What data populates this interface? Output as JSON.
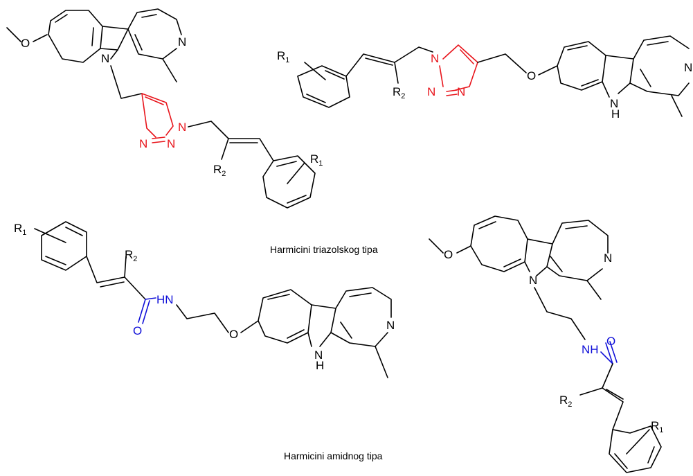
{
  "captions": {
    "triazole": "Harmicini triazolskog tipa",
    "amide": "Harmicini amidnog tipa"
  },
  "atoms": {
    "N": "N",
    "O": "O",
    "H": "H",
    "NH": "NH",
    "HN": "HN",
    "R": "R",
    "sub1": "1",
    "sub2": "2"
  },
  "colors": {
    "bond": "#000000",
    "triazole": "#e8141b",
    "amide": "#1010d8"
  }
}
